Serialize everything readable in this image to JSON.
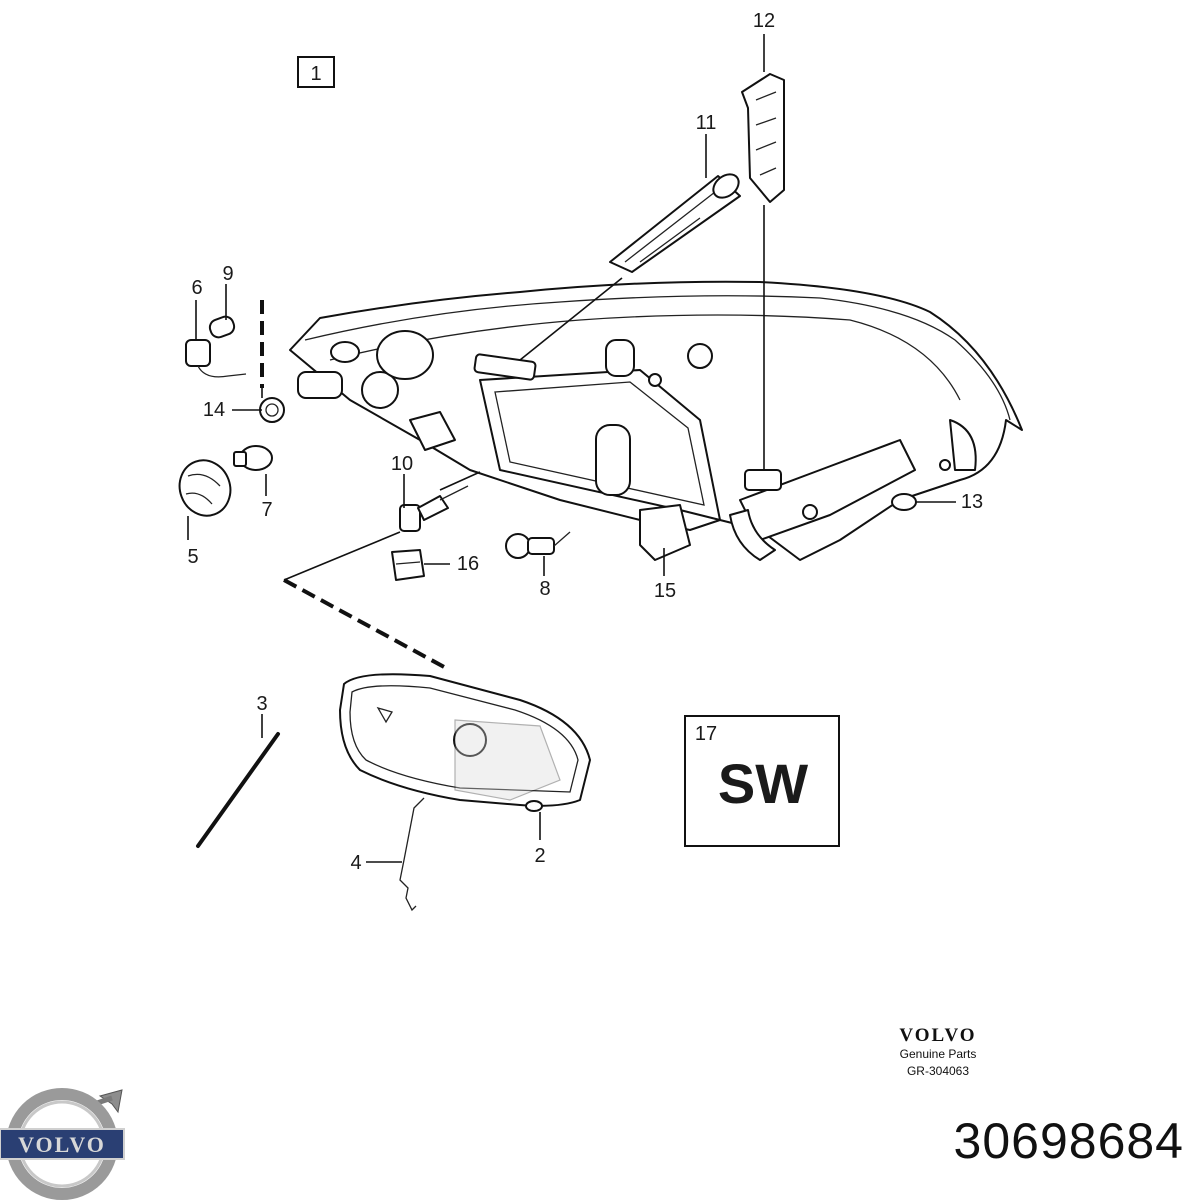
{
  "diagram": {
    "assembly_box_label": "1",
    "callouts": [
      "12",
      "11",
      "9",
      "6",
      "14",
      "7",
      "5",
      "10",
      "16",
      "8",
      "15",
      "13",
      "3",
      "4",
      "2"
    ],
    "marker_box": {
      "number": "17",
      "code": "SW"
    }
  },
  "footer": {
    "brand_word": "VOLVO",
    "genuine_label": "Genuine Parts",
    "group_code": "GR-304063",
    "logo_word": "VOLVO",
    "part_number": "30698684"
  },
  "colors": {
    "ink": "#111111",
    "logo_silver": "#9a9a9a",
    "logo_blue": "#2a3f73"
  }
}
